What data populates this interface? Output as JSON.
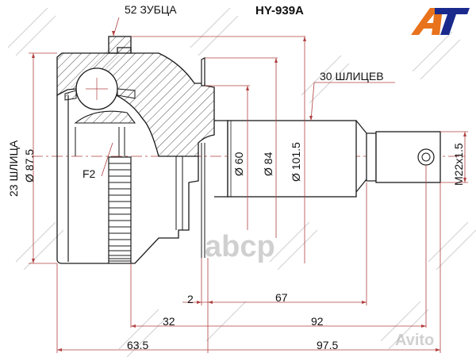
{
  "header": {
    "part_number": "HY-939A",
    "logo_text": "AT"
  },
  "callouts": {
    "teeth": "52 ЗУБЦА",
    "splines_outer": "30 ШЛИЦЕВ",
    "splines_inner": "23 ШЛИЦА",
    "f2": "F2",
    "thread": "M22x1.5"
  },
  "diameters": {
    "inner_spline": "Ø 87.5",
    "d60": "Ø 60",
    "d84": "Ø 84",
    "d101": "Ø 101.5"
  },
  "lengths": {
    "l2": "2",
    "l67": "67",
    "l32": "32",
    "l92": "92",
    "l63": "63.5",
    "l97": "97.5"
  },
  "watermarks": {
    "center": "аbcp",
    "corner": "Avito"
  },
  "colors": {
    "line": "#1a1a1a",
    "dim": "#b04040",
    "logo_orange": "#e8731c",
    "logo_blue": "#1a2a8c"
  }
}
